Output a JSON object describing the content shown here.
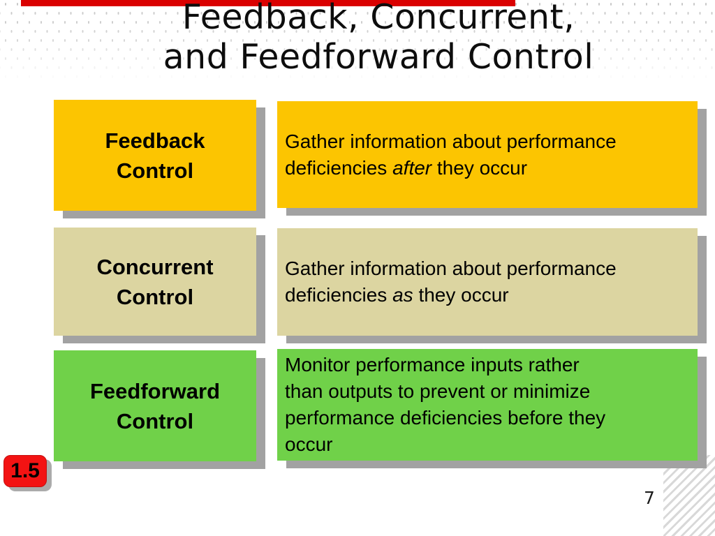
{
  "slide": {
    "title_line1": "Feedback, Concurrent,",
    "title_line2": "and Feedforward Control",
    "rows": [
      {
        "label_line1": "Feedback",
        "label_line2": "Control",
        "fill": "#FCC501",
        "desc_parts": [
          {
            "text": "Gather information about performance"
          },
          {
            "br": true
          },
          {
            "text": "deficiencies "
          },
          {
            "text": "after",
            "italic": true
          },
          {
            "text": " they occur"
          }
        ]
      },
      {
        "label_line1": "Concurrent",
        "label_line2": "Control",
        "fill": "#DCD5A1",
        "desc_parts": [
          {
            "text": "Gather information about performance"
          },
          {
            "br": true
          },
          {
            "text": "deficiencies "
          },
          {
            "text": "as",
            "italic": true
          },
          {
            "text": " they occur"
          }
        ]
      },
      {
        "label_line1": "Feedforward",
        "label_line2": "Control",
        "fill": "#70D149",
        "desc_parts": [
          {
            "text": "Monitor performance inputs rather"
          },
          {
            "br": true
          },
          {
            "text": "than outputs to prevent or minimize"
          },
          {
            "br": true
          },
          {
            "text": "performance deficiencies before they"
          },
          {
            "br": true
          },
          {
            "text": "occur"
          }
        ]
      }
    ],
    "badge_label": "1.5",
    "page_number": "7",
    "colors": {
      "progress_red": "#DA0000",
      "badge_red": "#F31313",
      "shadow_gray": "#A2A2A2"
    }
  }
}
